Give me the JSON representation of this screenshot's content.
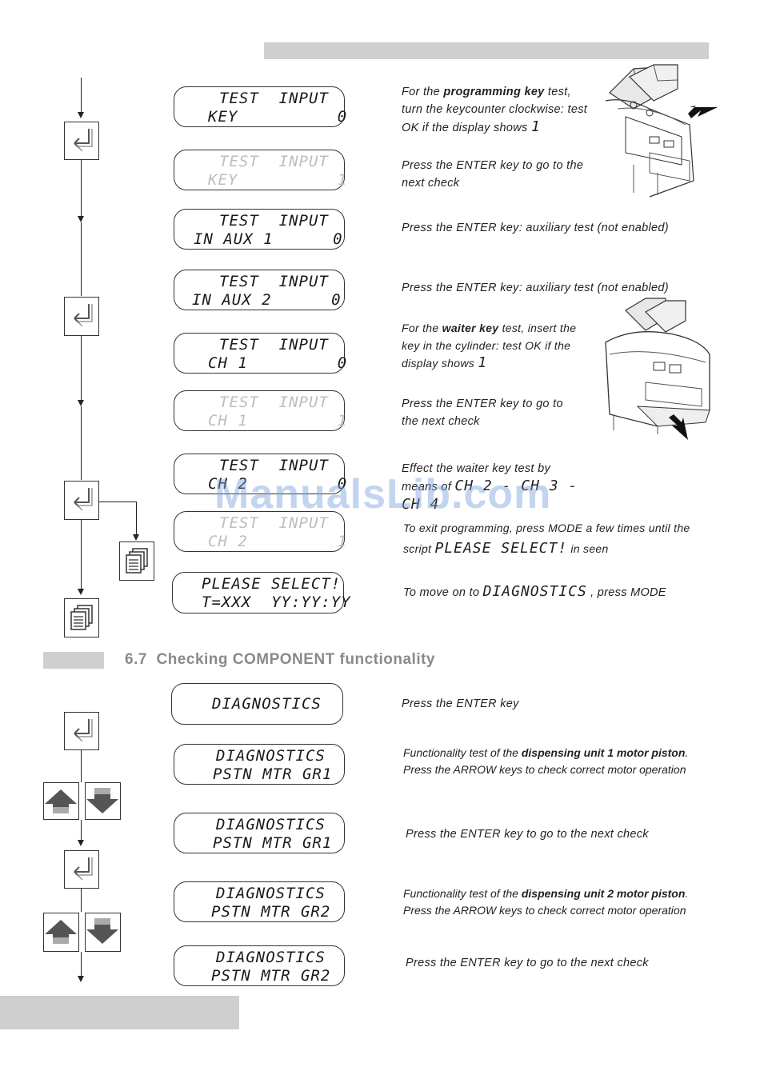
{
  "watermark": "ManualsLib.com",
  "section": {
    "number": "6.7",
    "title": "Checking COMPONENT functionality"
  },
  "displays": [
    {
      "line1": "TEST  INPUT",
      "line2": "KEY          0",
      "dim": false
    },
    {
      "line1": "TEST  INPUT",
      "line2": "KEY          1",
      "dim": true
    },
    {
      "line1": "TEST  INPUT",
      "line2": "IN AUX 1      0",
      "dim": false
    },
    {
      "line1": "TEST  INPUT",
      "line2": "IN AUX 2      0",
      "dim": false
    },
    {
      "line1": "TEST  INPUT",
      "line2": "CH 1         0",
      "dim": false
    },
    {
      "line1": "TEST  INPUT",
      "line2": "CH 1         1",
      "dim": true
    },
    {
      "line1": "TEST  INPUT",
      "line2": "CH 2         0",
      "dim": false
    },
    {
      "line1": "TEST  INPUT",
      "line2": "CH 2         1",
      "dim": true
    },
    {
      "line1": "PLEASE SELECT!",
      "line2": "T=XXX  YY:YY:YY",
      "dim": false
    },
    {
      "line1": "DIAGNOSTICS",
      "line2": "",
      "dim": false
    },
    {
      "line1": "DIAGNOSTICS",
      "line2": "PSTN MTR GR1",
      "dim": false
    },
    {
      "line1": "DIAGNOSTICS",
      "line2": "PSTN MTR GR1",
      "dim": false
    },
    {
      "line1": "DIAGNOSTICS",
      "line2": "PSTN MTR GR2",
      "dim": false
    },
    {
      "line1": "DIAGNOSTICS",
      "line2": "PSTN MTR GR2",
      "dim": false
    }
  ],
  "descriptions": {
    "prog_key": {
      "pre": "For the ",
      "bold": "programming key",
      "post": " test, turn the keycounter clockwise: test OK if the display shows ",
      "seg": "1"
    },
    "enter_next_1": "Press the ENTER key to go to the next check",
    "aux1": "Press the ENTER key:  auxiliary test (not enabled)",
    "aux2": "Press the ENTER key:  auxiliary test (not enabled)",
    "waiter_key": {
      "pre": "For the ",
      "bold": "waiter key",
      "post": " test, insert the key in the cylinder:  test OK if the display shows ",
      "seg": "1"
    },
    "enter_next_2": "Press the ENTER key to go to the next check",
    "effect": {
      "pre": "Effect the waiter key test by means of ",
      "seg": "CH 2 - CH 3 - CH 4"
    },
    "exit": {
      "pre": "To exit programming, press MODE a few times until the script ",
      "seg": "PLEASE SELECT!",
      "post": " in seen"
    },
    "move_on": {
      "pre": "To move on to ",
      "seg": "DIAGNOSTICS",
      "post": " , press MODE"
    },
    "diag_enter": "Press the ENTER key",
    "gr1": {
      "pre": "Functionality test of the ",
      "bold": "dispensing unit 1 motor piston",
      "post": ". Press the ARROW keys to check correct motor operation"
    },
    "gr1_next": "Press the ENTER key to go to the next check",
    "gr2": {
      "pre": "Functionality test of the ",
      "bold": "dispensing unit 2 motor piston",
      "post": ". Press the ARROW keys to check correct motor operation"
    },
    "gr2_next": "Press the ENTER key to go to the next check"
  },
  "colors": {
    "bar": "#cfcfcf",
    "section_title": "#8a8a8a",
    "watermark": "#78a0dc"
  }
}
